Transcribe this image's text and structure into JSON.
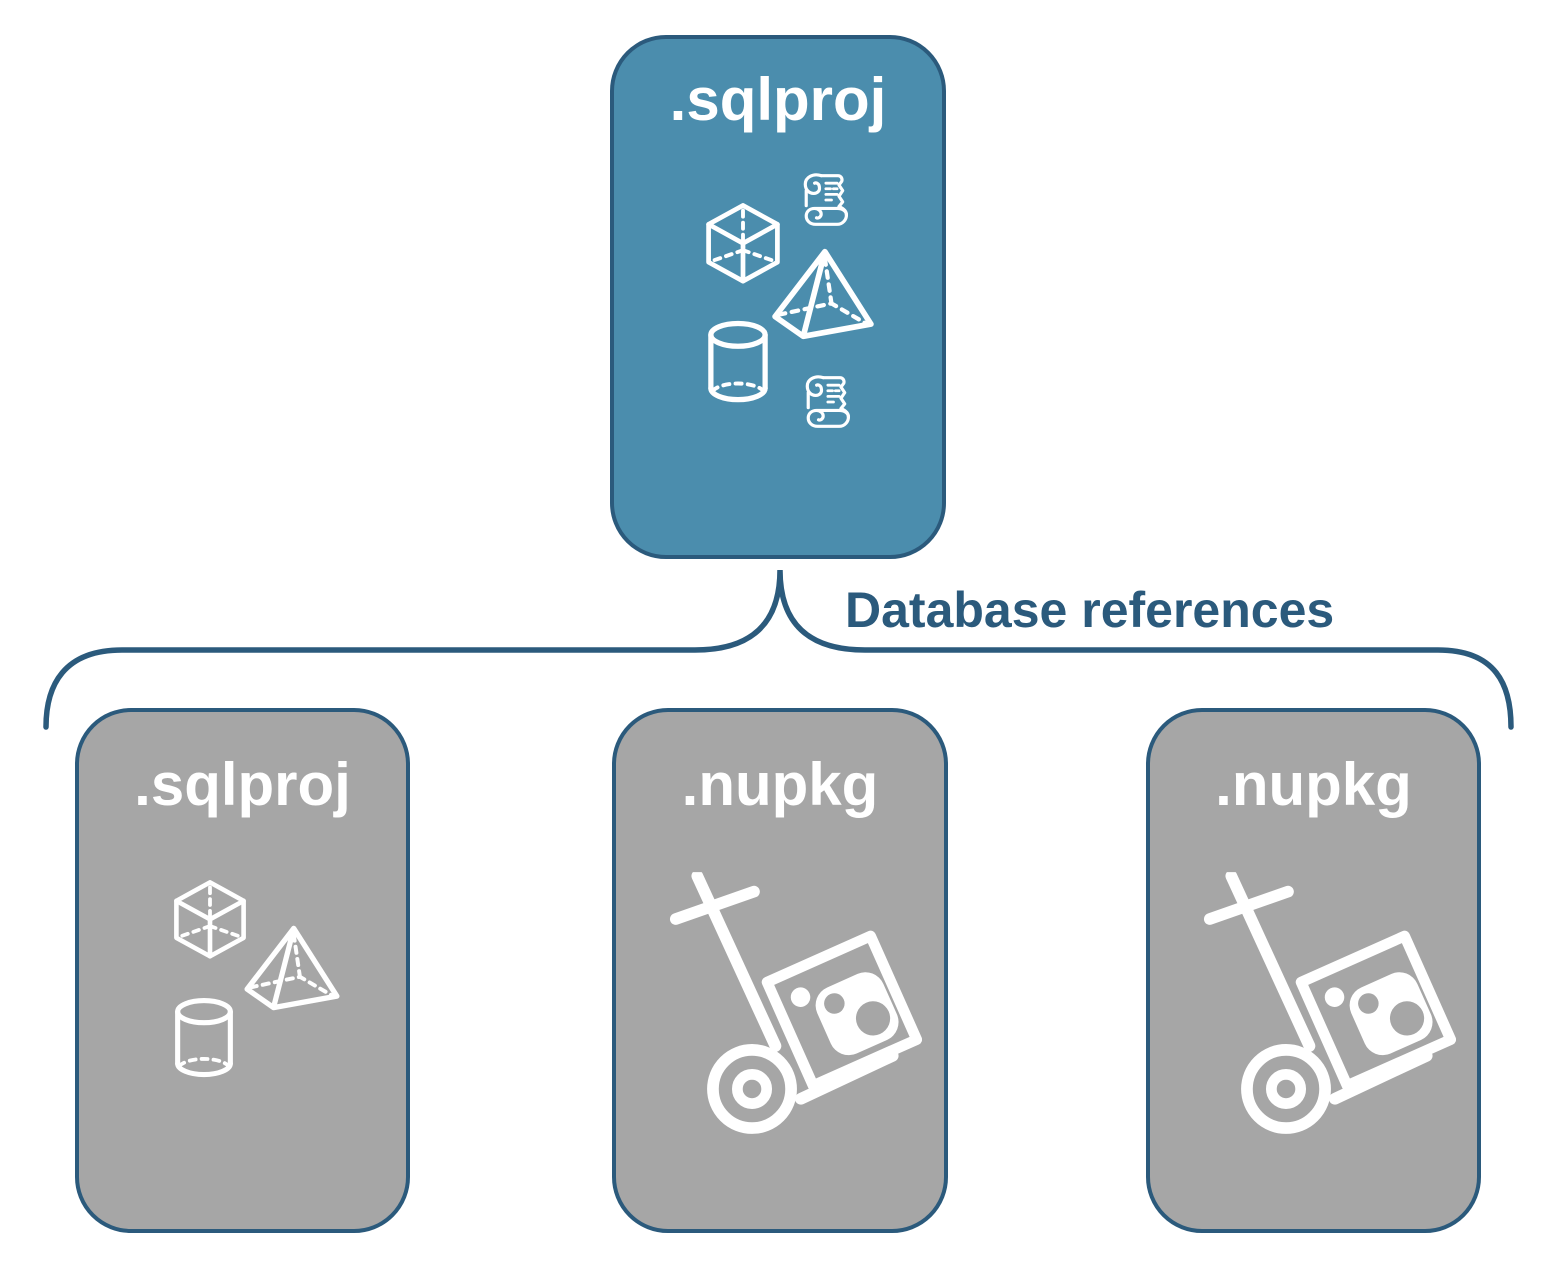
{
  "diagram": {
    "root_node": {
      "label": ".sqlproj",
      "kind": "sql-project"
    },
    "connector_label": "Database references",
    "child_nodes": [
      {
        "label": ".sqlproj",
        "kind": "sql-project-reference"
      },
      {
        "label": ".nupkg",
        "kind": "nuget-package-reference"
      },
      {
        "label": ".nupkg",
        "kind": "nuget-package-reference"
      }
    ],
    "icons": {
      "root_node": [
        "cube-icon",
        "script-scroll-icon",
        "pyramid-icon",
        "cylinder-icon",
        "script-scroll-icon"
      ],
      "child_sqlproj": [
        "cube-icon",
        "pyramid-icon",
        "cylinder-icon"
      ],
      "child_nupkg": [
        "nuget-handtruck-icon"
      ]
    },
    "colors": {
      "root_fill": "#4b8dad",
      "child_fill": "#a6a6a6",
      "outline": "#2b5a7c",
      "connector_text": "#2b5a7c",
      "label_text": "#ffffff",
      "icon": "#ffffff",
      "background": "#ffffff"
    }
  }
}
